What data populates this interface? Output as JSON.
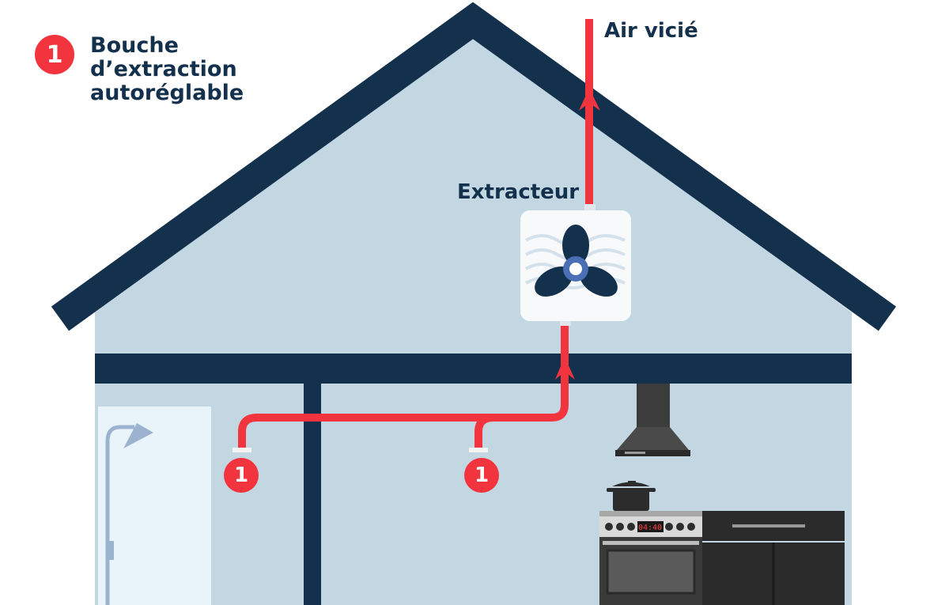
{
  "legend": {
    "badge": "1",
    "title": "Bouche d’extraction autoréglable"
  },
  "labels": {
    "exhaust_air": "Air vicié",
    "extractor": "Extracteur"
  },
  "markers": [
    {
      "label": "1"
    },
    {
      "label": "1"
    }
  ],
  "stove": {
    "display": "04:40"
  },
  "colors": {
    "roof": "#13304d",
    "wall": "#c3d7e2",
    "duct": "#f2343f",
    "text": "#13304d"
  },
  "icons": [
    "fan-icon",
    "shower-icon",
    "cooking-pot-icon",
    "range-hood-icon",
    "stove-icon",
    "cabinet-icon",
    "arrow-up-icon"
  ]
}
